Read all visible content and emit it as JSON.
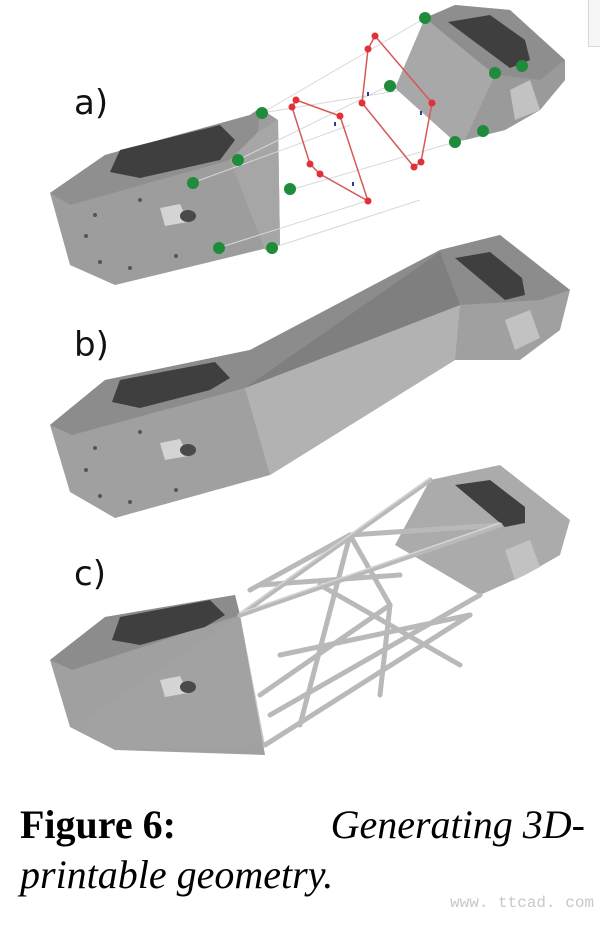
{
  "figure": {
    "panels": [
      {
        "id": "a",
        "label": "a)",
        "description": "Two end parts with green anchor points and red cross-section polygons connected by thin guide lines"
      },
      {
        "id": "b",
        "label": "b)",
        "description": "Solid lofted connecting body between the two end parts"
      },
      {
        "id": "c",
        "label": "c)",
        "description": "Lattice truss structure connecting the two end parts"
      }
    ],
    "colors": {
      "part_light": "#a9a9a9",
      "part_mid": "#979797",
      "part_dark": "#8a8a8a",
      "cavity": "#3f3f3f",
      "anchor_point": "#1e8c3a",
      "profile_point": "#e0303a",
      "profile_line": "#d45a5a",
      "guide_line": "#d8d8d8"
    }
  },
  "caption": {
    "figure_number": "Figure 6:",
    "text_line1": "Generating 3D-",
    "text_line2": "printable geometry."
  },
  "watermark": "www. ttcad. com"
}
